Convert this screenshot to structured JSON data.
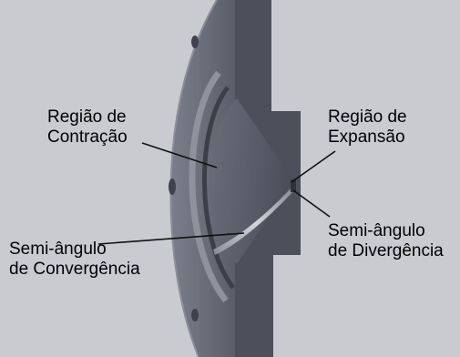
{
  "labels": {
    "contraction": [
      "Região de",
      "Contração"
    ],
    "expansion": [
      "Região de",
      "Expansão"
    ],
    "convergence": [
      "Semi-ângulo",
      "de Convergência"
    ],
    "divergence": [
      "Semi-ângulo",
      "de Divergência"
    ]
  },
  "colors": {
    "background": "#c9cbd0",
    "metal_dark": "#4b4e59",
    "metal_mid": "#6f7380",
    "metal_light": "#9498a3",
    "cone": "#5c606c",
    "leader_line": "#111111"
  }
}
